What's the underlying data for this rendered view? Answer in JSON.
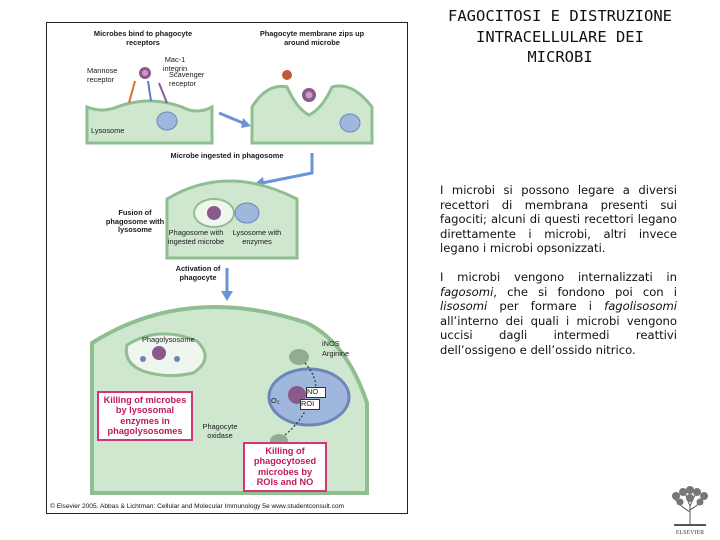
{
  "slide": {
    "title": "FAGOCITOSI E DISTRUZIONE INTRACELLULARE DEI MICROBI",
    "paragraph1": "I microbi si possono legare a diversi recettori di membrana presenti sui fagociti; alcuni di questi recettori legano direttamente i microbi, altri invece legano i microbi opsonizzati.",
    "paragraph2": {
      "p1": "I microbi vengono internalizzati in ",
      "term1": "fagosomi",
      "p2": ", che si fondono poi con i ",
      "term2": "lisosomi",
      "p3": " per formare i ",
      "term3": "fagolisosomi",
      "p4": " all’interno dei quali i microbi vengono uccisi dagli intermedi reattivi dell’ossigeno e dell’ossido nitrico."
    }
  },
  "figure": {
    "labels": {
      "microbes_bind": "Microbes bind to phagocyte receptors",
      "phagocyte_membrane": "Phagocyte membrane zips up around microbe",
      "mac1": "Mac-1 integrin",
      "mannose": "Mannose receptor",
      "scavenger": "Scavenger receptor",
      "lysosome": "Lysosome",
      "ingested": "Microbe ingested in phagosome",
      "fusion": "Fusion of phagosome with lysosome",
      "phagosome_ingested": "Phagosome with ingested microbe",
      "lysosome_enzymes": "Lysosome with enzymes",
      "activation": "Activation of phagocyte",
      "phagolysosome": "Phagolysosome",
      "inos": "iNOS",
      "arginine": "Arginine",
      "no": "NO",
      "ros": "ROI",
      "o2": "O₂",
      "phagocyte_oxidase": "Phagocyte oxidase"
    },
    "kill_box_1": "Killing of microbes by lysosomal enzymes in phagolysosomes",
    "kill_box_2": "Killing of phagocytosed microbes by ROIs and NO",
    "credit": "© Elsevier 2005.  Abbas & Lichtman: Cellular and Molecular Immunology 5e  www.studentconsult.com"
  },
  "colors": {
    "cell_green": "#cfe6cf",
    "membrane": "#a7cfa8",
    "arrow_blue": "#6b93d6",
    "lysosome_blue": "#9fb6dd",
    "kill_pink": "#d6337a"
  },
  "icons": {
    "publisher_logo": "elsevier-tree-logo"
  }
}
